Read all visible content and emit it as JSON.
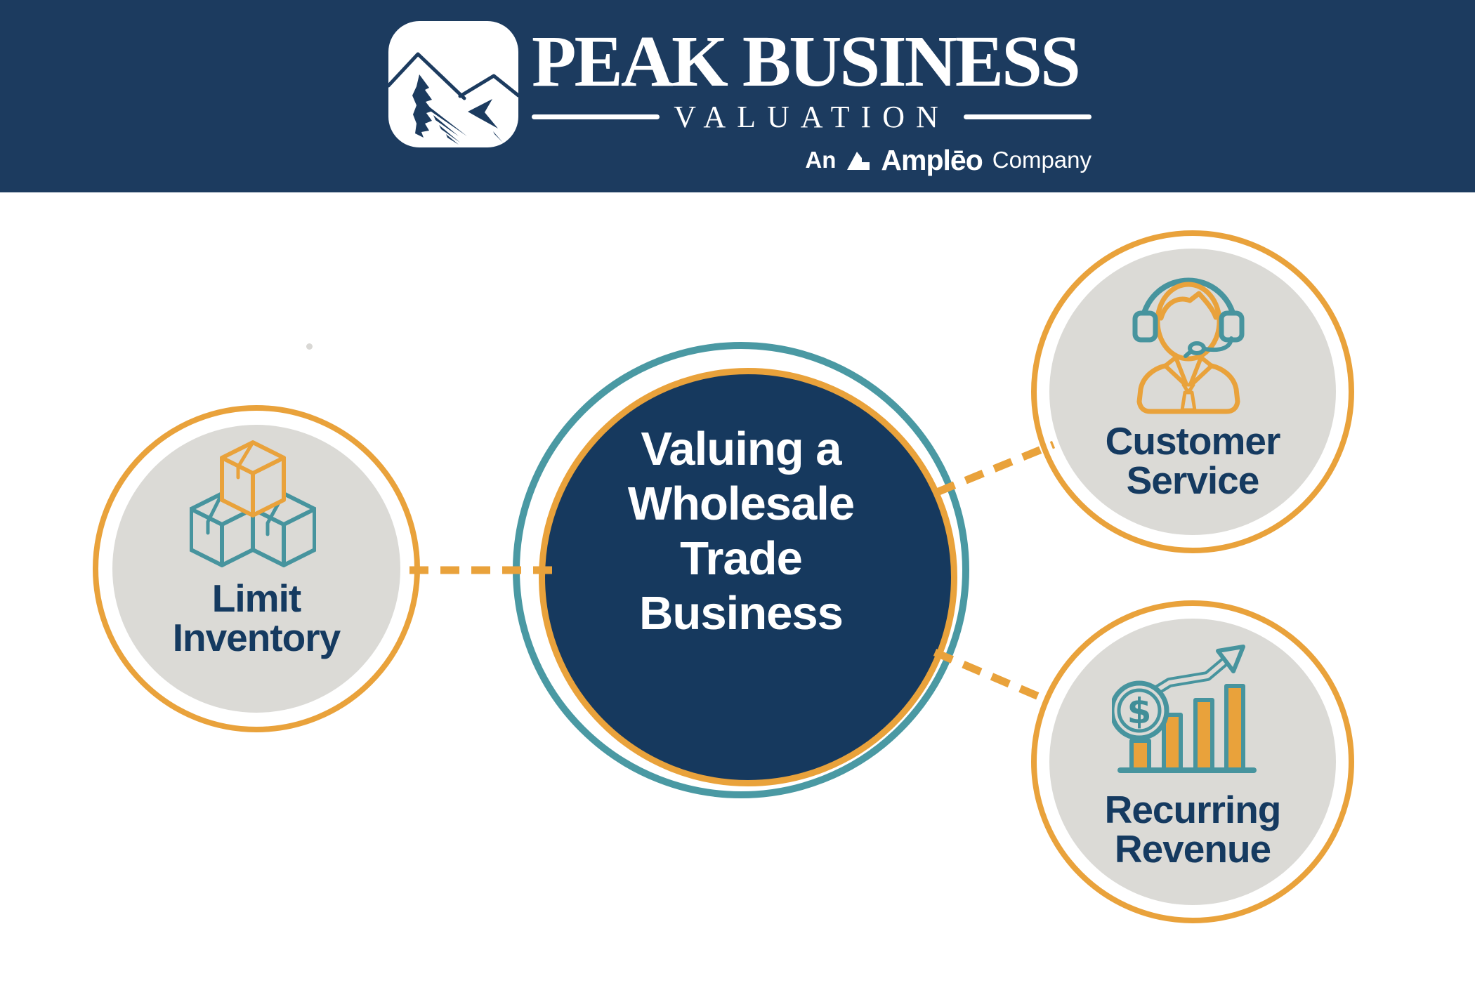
{
  "header": {
    "brand_name": "PEAK BUSINESS",
    "brand_subtitle": "VALUATION",
    "byline": {
      "prefix": "An",
      "company": "Amplēo",
      "suffix": "Company"
    }
  },
  "diagram": {
    "center": {
      "lines": [
        "Valuing a",
        "Wholesale",
        "Trade",
        "Business"
      ]
    },
    "nodes": [
      {
        "id": "limit-inventory",
        "lines": [
          "Limit",
          "Inventory"
        ],
        "icon": "stacked-boxes-icon"
      },
      {
        "id": "customer-service",
        "lines": [
          "Customer",
          "Service"
        ],
        "icon": "headset-agent-icon"
      },
      {
        "id": "recurring-revenue",
        "lines": [
          "Recurring",
          "Revenue"
        ],
        "icon": "revenue-growth-chart-icon"
      }
    ]
  },
  "icons": {
    "dollar_symbol": "$"
  },
  "colors": {
    "header_navy": "#1c3b5f",
    "circle_navy": "#16395e",
    "accent_orange": "#e9a23b",
    "accent_teal": "#4a99a3",
    "node_gray": "#dbdad6",
    "label_navy": "#153a60",
    "text_white": "#ffffff"
  }
}
